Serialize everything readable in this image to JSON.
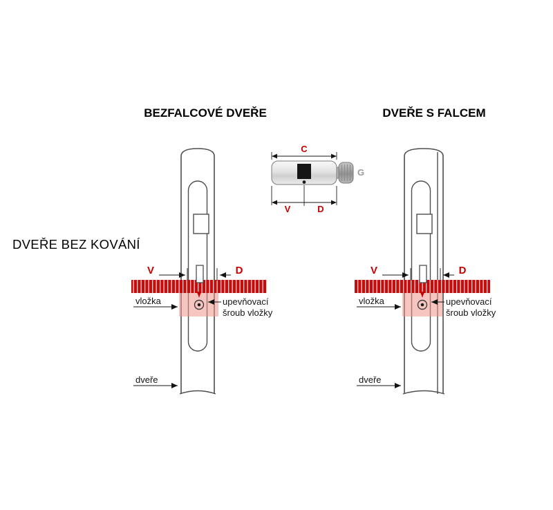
{
  "titles": {
    "left_column": "BEZFALCOVÉ DVEŘE",
    "right_column": "DVEŘE S FALCEM",
    "row": "DVEŘE BEZ KOVÁNÍ"
  },
  "cylinder_detail": {
    "dim_c": "C",
    "dim_v": "V",
    "dim_d": "D",
    "knob_label": "G"
  },
  "diagram_left": {
    "dim_v": "V",
    "dim_d": "D",
    "cylinder_label": "vložka",
    "screw_label_line1": "upevňovací",
    "screw_label_line2": "šroub vložky",
    "door_label": "dveře"
  },
  "diagram_right": {
    "dim_v": "V",
    "dim_d": "D",
    "cylinder_label": "vložka",
    "screw_label_line1": "upevňovací",
    "screw_label_line2": "šroub vložky",
    "door_label": "dveře"
  },
  "colors": {
    "dimension_red": "#c40000",
    "ruler_red": "#c50d0d",
    "cylinder_pink": "#f0968b"
  }
}
